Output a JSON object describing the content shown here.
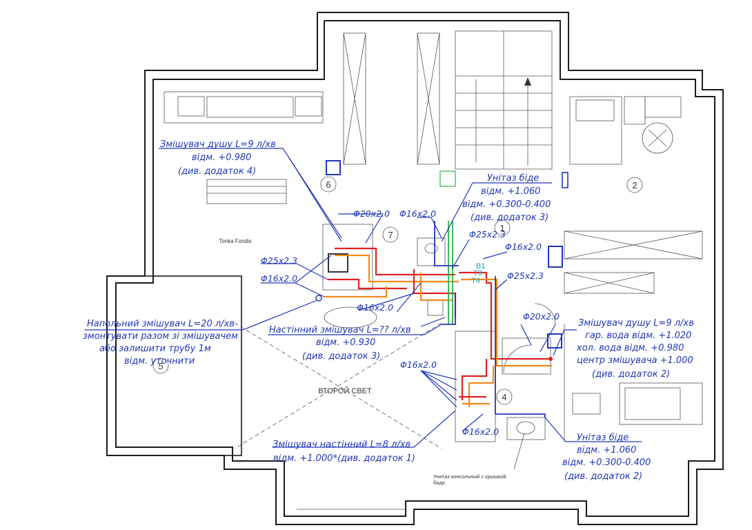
{
  "labels": {
    "shower_mixer_4": [
      "Змішувач душу L=9 л/хв",
      "відм. +0.980",
      "(див. додаток 4)"
    ],
    "bidet_toilet_3": [
      "Унітаз біде",
      "відм. +1.060",
      "відм. +0.300-0.400",
      "(див. додаток 3)"
    ],
    "floor_mixer": [
      "Напольний змішувач L=20 л/хв",
      "змонтувати разом зі змішувачем",
      "або залишити трубу 1м",
      "відм. уточнити"
    ],
    "wall_mixer_3": [
      "Настінний змішувач L=?? л/хв",
      "відм. +0.930",
      "(див. додаток 3)"
    ],
    "shower_mixer_2": [
      "Змішувач душу L=9 л/хв",
      "гар. вода відм. +1.020",
      "хол. вода відм. +0.980",
      "центр змішувача +1.000",
      "(див. додаток 2)"
    ],
    "bidet_toilet_2": [
      "Унітаз біде",
      "відм. +1.060",
      "відм. +0.300-0.400",
      "(див. додаток 2)"
    ],
    "wall_mixer_1": [
      "Змішувач настінний L=8 л/хв",
      "відм. +1.000*(див. додаток 1)"
    ]
  },
  "pipes": {
    "d20_a": "Φ20x2.0",
    "d16_a": "Φ16x2.0",
    "d25_a": "Φ25x2.3",
    "d16_b": "Φ16x2.0",
    "d25_left": "Φ25x2.3",
    "d16_left": "Φ16x2.0",
    "d25_right": "Φ25x2.3",
    "d16_mid": "Φ16x2.0",
    "d20_right": "Φ20x2.0",
    "d16_bath": "Φ16x2.0",
    "d16_low": "Φ16x2.0"
  },
  "risers": {
    "b1": "B1",
    "t3": "T3",
    "t4": "T4"
  },
  "rooms": {
    "r1": "1",
    "r2": "2",
    "r4": "4",
    "r6": "6",
    "r7": "7",
    "r5": "5"
  },
  "plain": {
    "second_light": "ВТОРОЙ СВЕТ",
    "tonka": "Tonka Fondis",
    "console_wc": "Унитаз консольный с крышкой",
    "console_wc_2": "биде"
  },
  "colors": {
    "label_blue": "#1f35b8",
    "hot_water": "#e02020",
    "warm_water": "#f08a1c",
    "riser_green": "#27b54a",
    "riser_text": "#18a8c8"
  }
}
